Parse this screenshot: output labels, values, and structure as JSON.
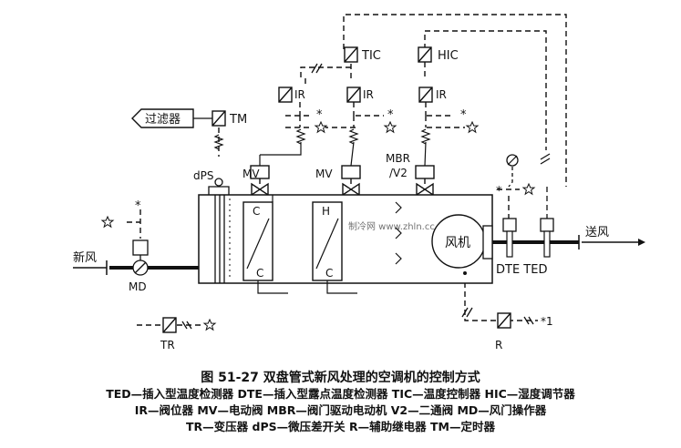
{
  "labels": {
    "tic": "TIC",
    "hic": "HIC",
    "ir1": "IR",
    "ir2": "IR",
    "ir3": "IR",
    "filter": "过滤器",
    "tm": "TM",
    "dps": "dPS",
    "mv1": "MV",
    "mv2": "MV",
    "mbr": "MBR",
    "v2": "/V2",
    "c_top1": "C",
    "c_bot1": "C",
    "h_top2": "H",
    "c_bot2": "C",
    "fan": "风机",
    "new_air": "新风",
    "supply_air": "送风",
    "md": "MD",
    "dte_ted": "DTE TED",
    "tr": "TR",
    "r": "R",
    "star_ref": "*1",
    "watermark": "制冷网 www.zhln.cc"
  },
  "caption": {
    "title": "图 51-27   双盘管式新风处理的空调机的控制方式",
    "legend_line1": "TED—插入型温度检测器   DTE—插入型露点温度检测器   TIC—温度控制器   HIC—湿度调节器",
    "legend_line2": "IR—阀位器   MV—电动阀   MBR—阀门驱动电动机   V2—二通阀   MD—风门操作器",
    "legend_line3": "TR—变压器   dPS—微压差开关   R—辅助继电器   TM—定时器"
  }
}
